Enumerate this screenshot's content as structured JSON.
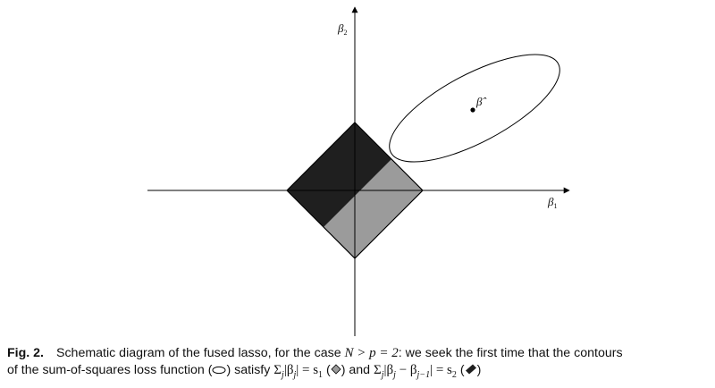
{
  "figure": {
    "axis_x_label": "β",
    "axis_x_sub": "1",
    "axis_y_label": "β",
    "axis_y_sub": "2",
    "estimate_label": "β̂",
    "colors": {
      "diamond_fill": "#9b9b9b",
      "band_fill": "#1f1f1f",
      "stroke": "#000000"
    }
  },
  "caption": {
    "fig_label": "Fig. 2.",
    "line1": "Schematic diagram of the fused lasso, for the case ",
    "line1_math": "N > p = 2",
    "line1_end": ": we seek the first time that the contours",
    "line2_start": "of the sum-of-squares loss function (",
    "line2_mid1": ") satisfy ",
    "constraint1_lhs": "Σ",
    "constraint1_idx": "j",
    "constraint1_body": "|β",
    "constraint1_body_sub": "j",
    "constraint1_close": "| = s",
    "constraint1_rhs_sub": "1",
    "line2_and": " and ",
    "constraint2_lhs": "Σ",
    "constraint2_idx": "j",
    "constraint2_body": "|β",
    "constraint2_sub_a": "j",
    "constraint2_minus": " − β",
    "constraint2_sub_b": "j−1",
    "constraint2_close": "| = s",
    "constraint2_rhs_sub": "2"
  }
}
